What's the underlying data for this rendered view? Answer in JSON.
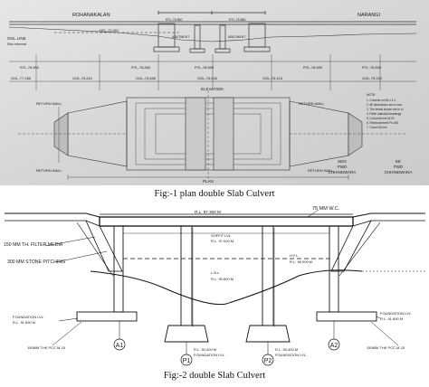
{
  "plan": {
    "left_place": "ROHANAKALAN",
    "right_place": "NARANGI",
    "hfl_label": "HFL-72.061",
    "ogl_line": "OGL LINE",
    "ogl_sub": "50m interval",
    "abutment_left": "ABUTMENT",
    "abutment_right": "ABUTMENT",
    "rtl_top_left": "RTL-78.850",
    "rtl_top_right": "RTL-78.850",
    "elevation_label": "ELEVATION",
    "plan_label": "PLAN",
    "return_wall": "RETURN WALL",
    "rtl_row": [
      "RTL-78.850",
      "RTL-78.850",
      "RTL-78.850",
      "RTL-78.850",
      "RTL-78.850"
    ],
    "ogl_row": [
      "OGL-77.285",
      "OGL-76.610",
      "OGL-75.895",
      "OGL-75.640",
      "OGL-75.415",
      "OGL-75.920"
    ],
    "notes": [
      "NOTE:",
      "1. Culverts in NH-1:1:1",
      "2. All dimensions are in mm",
      "3. The levels shown are in m",
      "4. Refer standard drawings",
      "5. Concrete mix M-20",
      "6. Reinforcement Fe-500",
      "7. Cover 50 mm"
    ],
    "sdo_lines": [
      "SDO",
      "PWD",
      "CHHINDWARA"
    ],
    "ee_lines": [
      "EE",
      "PWD",
      "CHHINDWARA"
    ]
  },
  "section": {
    "rl_top": "R.L. 97.300 M",
    "wearing_coat": "75 MM W.C.",
    "soffit": "SOFFIT LVL",
    "soffit_rl": "R.L. 97.000 M",
    "hfl": "H.F.L.",
    "hfl_rl": "R.L. 96.000 M",
    "lbl": "L.B.L.",
    "lbl_rl": "R.L. 90.600 M",
    "filter_media": "150 MM TH. FILTER MEDIA",
    "stone_pitching": "300 MM STONE PITCHING",
    "foundation_left": "FOUNDATION LVL.",
    "foundation_left_rl": "R.L. 91.690 M",
    "foundation_right": "FOUNDATION LVL.",
    "foundation_right_rl": "R.L. 91.690 M",
    "pcc_left": "150MM THK PCC M-15",
    "pcc_right": "150MM THK PCC M-15",
    "pier_found_1": "R.L. 90.400 M",
    "pier_found_1_label": "FOUNDATION LVL.",
    "pier_found_2": "R.L. 90.400 M",
    "pier_found_2_label": "FOUNDATION LVL.",
    "a1": "A1",
    "p1": "P1",
    "p2": "P2",
    "a2": "A2"
  },
  "captions": {
    "fig1": "Fig:-1 plan double Slab Culvert",
    "fig2": "Fig:-2  double Slab Culvert"
  }
}
